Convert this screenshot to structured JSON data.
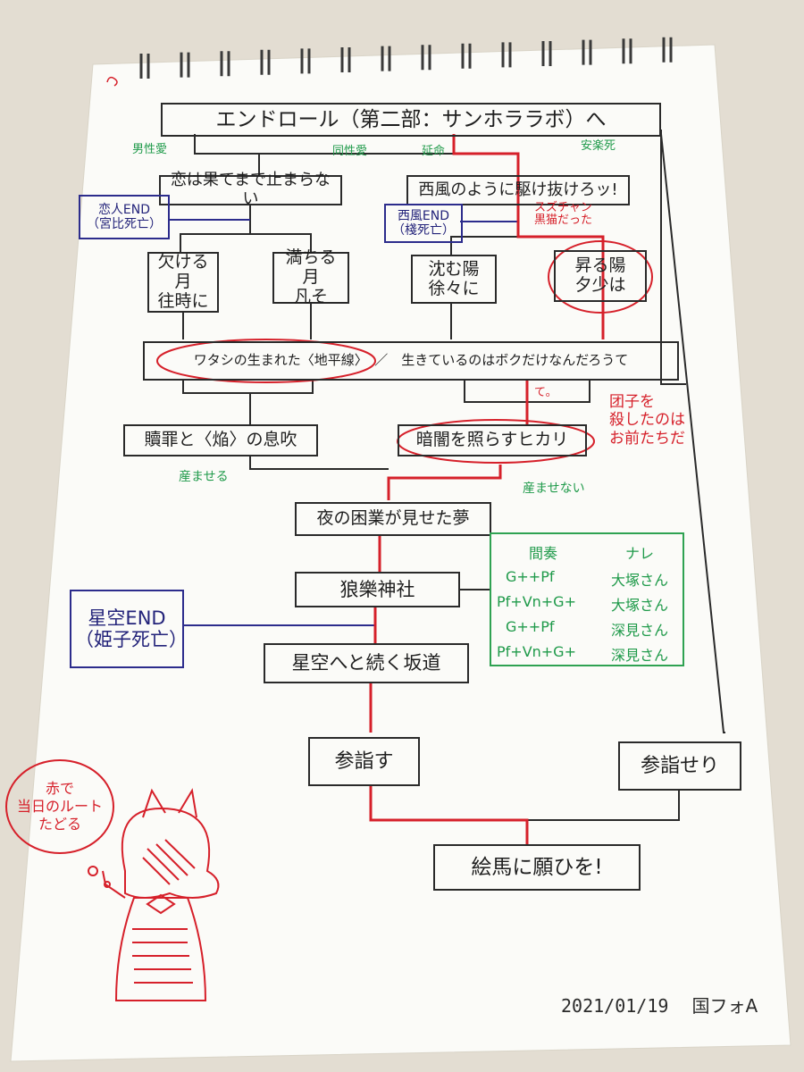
{
  "colors": {
    "ink": "#2a2a2a",
    "route": "#d6202a",
    "blue_ink": "#2c2c8c",
    "green_ink": "#1f9a4a",
    "paper": "#fbfbf8"
  },
  "nodes": {
    "endroll": "エンドロール（第二部：サンホララボ）へ",
    "koi": "恋は果てまで止まらない",
    "seifu": "西風のように駆け抜けろッ!",
    "koibito_end": "恋人END\n（宮比死亡）",
    "seifu_end": "西風END\n（棧死亡）",
    "kakeru_tsuki": "欠ける月\n往時に",
    "michiru_tsuki": "満ちる月\n凡そ",
    "shizumu_hi": "沈む陽\n徐々に",
    "noboru_hi": "昇る陽\n夕少は",
    "watashi": "ワタシの生まれた〈地平線〉　／　生きているのはボクだけなんだろうて",
    "shokuzai": "贖罪と〈焔〉の息吹",
    "anyami": "暗闇を照らすヒカリ",
    "yoru": "夜の困業が見せた夢",
    "ogura": "狼樂神社",
    "hoshizora_end": "星空END\n（姫子死亡）",
    "sakamichi": "星空へと続く坂道",
    "sankei_su": "参詣す",
    "sankei_seri": "参詣せり",
    "ema": "絵馬に願ひを!"
  },
  "labels": {
    "dansei": "男性愛",
    "dosei": "同性愛",
    "enmei": "延命",
    "anraku": "安楽死",
    "sukecchan": "スズチャン\n黒猫だった",
    "umaseru": "産ませる",
    "umasenai": "産ませない",
    "te": "て。",
    "oshiru": "团子を\n殺したのは\nお前たちだ"
  },
  "table": {
    "headers": [
      "間奏",
      "ナレ"
    ],
    "rows": [
      [
        "G++Pf",
        "大塚さん"
      ],
      [
        "Pf+Vn+G+",
        "大塚さん"
      ],
      [
        "G++Pf",
        "深見さん"
      ],
      [
        "Pf+Vn+G+",
        "深見さん"
      ]
    ]
  },
  "character": {
    "speech": "赤で\n当日のルート\nたどる"
  },
  "footer": {
    "date": "2021/01/19",
    "sign": "国フォA"
  }
}
